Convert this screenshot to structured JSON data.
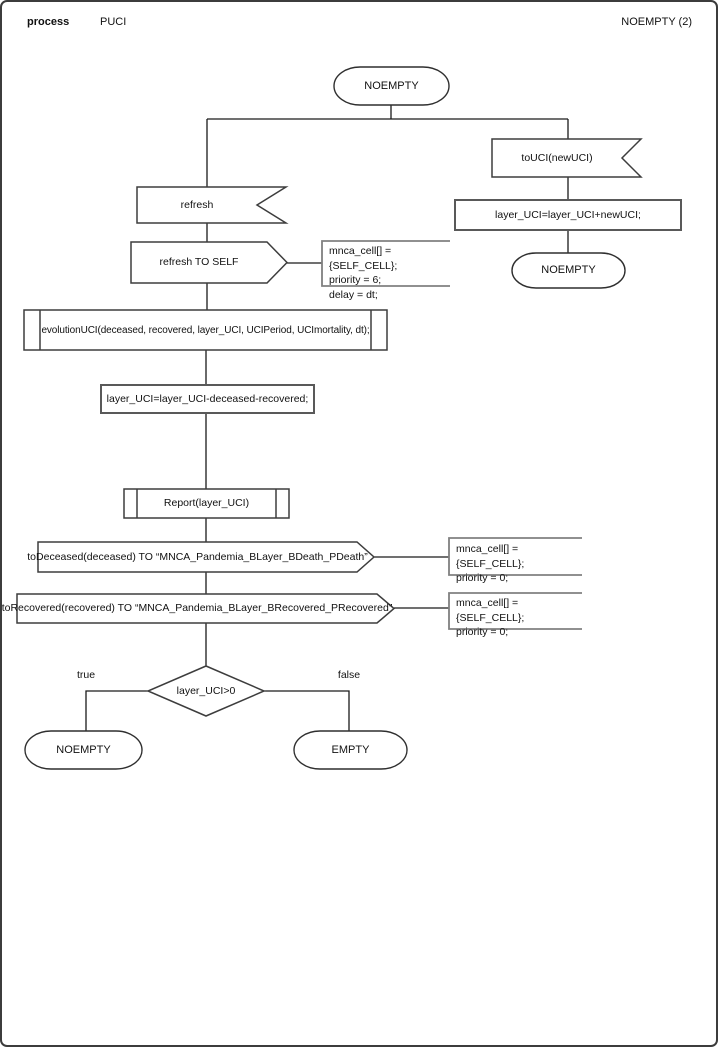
{
  "header": {
    "kind_label": "process",
    "process_name": "PUCI",
    "page_ref": "NOEMPTY (2)"
  },
  "palette": {
    "background": "#ffffff",
    "flow_line": "#1a1a1a",
    "shape_border": "#3d3d3d",
    "task_border": "#595959",
    "comment_border": "#808080",
    "text_color": "#111111"
  },
  "diagram": {
    "start_state": {
      "label": "NOEMPTY"
    },
    "right_branch": {
      "input_signal": {
        "label": "toUCI(newUCI)"
      },
      "task": {
        "label": "layer_UCI=layer_UCI+newUCI;"
      },
      "next_state": {
        "label": "NOEMPTY"
      }
    },
    "main_branch": {
      "input_signal": {
        "label": "refresh"
      },
      "output_refresh": {
        "label": "refresh TO SELF",
        "comment": "mnca_cell[] = {SELF_CELL};\npriority = 6;\ndelay = dt;"
      },
      "procedure_evolution": {
        "label": "evolutionUCI(deceased, recovered, layer_UCI, UCIPeriod, UCImortality, dt);"
      },
      "task_update": {
        "label": "layer_UCI=layer_UCI-deceased-recovered;"
      },
      "procedure_report": {
        "label": "Report(layer_UCI)"
      },
      "output_deceased": {
        "label": "toDeceased(deceased) TO “MNCA_Pandemia_BLayer_BDeath_PDeath”",
        "comment": "mnca_cell[] = {SELF_CELL};\npriority = 0;"
      },
      "output_recovered": {
        "label": "toRecovered(recovered) TO “MNCA_Pandemia_BLayer_BRecovered_PRecovered”",
        "comment": "mnca_cell[] = {SELF_CELL};\npriority = 0;"
      },
      "decision": {
        "label": "layer_UCI>0",
        "true_label": "true",
        "false_label": "false"
      },
      "true_state": {
        "label": "NOEMPTY"
      },
      "false_state": {
        "label": "EMPTY"
      }
    }
  }
}
